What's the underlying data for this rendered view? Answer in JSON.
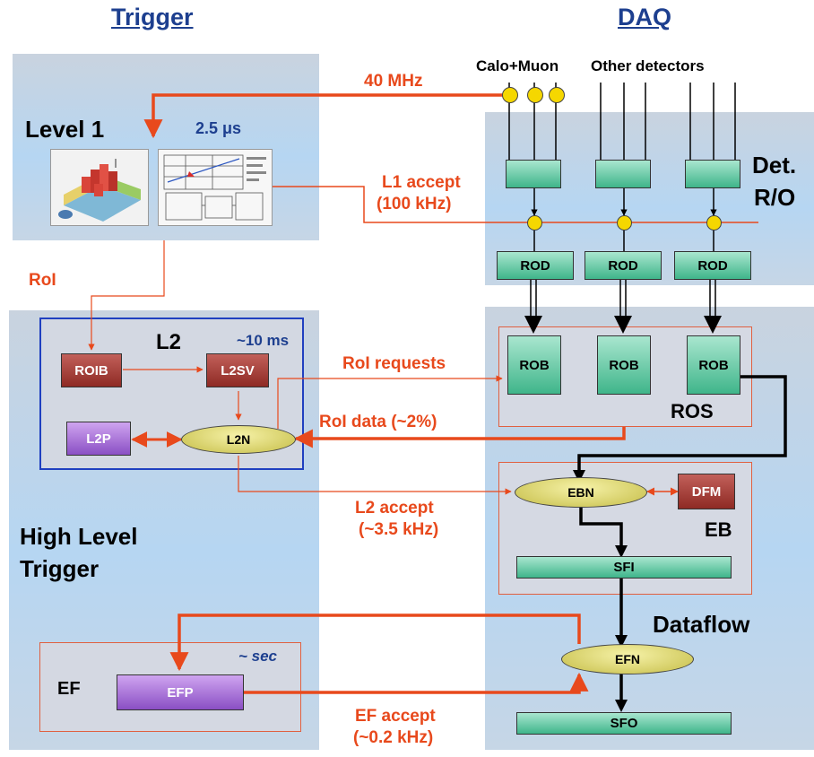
{
  "headers": {
    "trigger": "Trigger",
    "daq": "DAQ"
  },
  "level1": {
    "title": "Level 1",
    "latency": "2.5 μs"
  },
  "hlt": {
    "title_line1": "High Level",
    "title_line2": "Trigger"
  },
  "det_ro": {
    "line1": "Det.",
    "line2": "R/O"
  },
  "dataflow": {
    "title": "Dataflow"
  },
  "detectors": {
    "calo_muon": "Calo+Muon",
    "other": "Other detectors"
  },
  "flow_labels": {
    "rate_40": "40 MHz",
    "l1_accept_1": "L1 accept",
    "l1_accept_2": "(100 kHz)",
    "roi": "RoI",
    "roi_requests": "RoI requests",
    "roi_data": "RoI data (~2%)",
    "l2_accept_1": "L2 accept",
    "l2_accept_2": "(~3.5 kHz)",
    "ef_accept_1": "EF accept",
    "ef_accept_2": "(~0.2 kHz)"
  },
  "l2": {
    "title": "L2",
    "time": "~10 ms",
    "roib": "ROIB",
    "l2sv": "L2SV",
    "l2p": "L2P",
    "l2n": "L2N"
  },
  "ef": {
    "title": "EF",
    "time": "~ sec",
    "efp": "EFP"
  },
  "rod": {
    "label": "ROD"
  },
  "ros": {
    "title": "ROS",
    "rob": "ROB"
  },
  "eb": {
    "title": "EB",
    "ebn": "EBN",
    "dfm": "DFM",
    "sfi": "SFI"
  },
  "efn": {
    "label": "EFN"
  },
  "sfo": {
    "label": "SFO"
  },
  "colors": {
    "flow_red": "#e8491c",
    "header_blue": "#1d3f8f",
    "l2_border": "#2040c0"
  }
}
